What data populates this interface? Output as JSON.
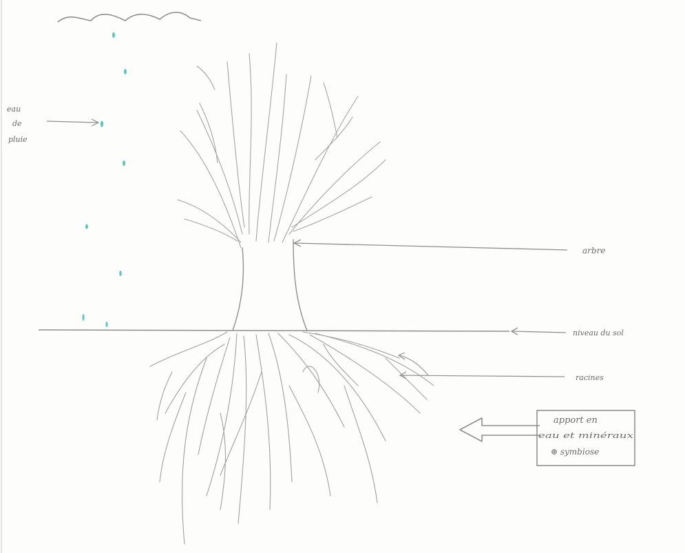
{
  "labels": {
    "rain_line1": "eau",
    "rain_line2": "de",
    "rain_line3": "pluie",
    "tree": "arbre",
    "ground": "niveau du sol",
    "roots": "racines",
    "box_line1": "apport en",
    "box_line2": "eau et minéraux",
    "box_line3": "⊕ symbiose"
  },
  "colors": {
    "pencil": "#8e8e8e",
    "pencil_light": "#b3b3b3",
    "rain": "#5ec8c0",
    "paper": "#fdfdfb"
  }
}
